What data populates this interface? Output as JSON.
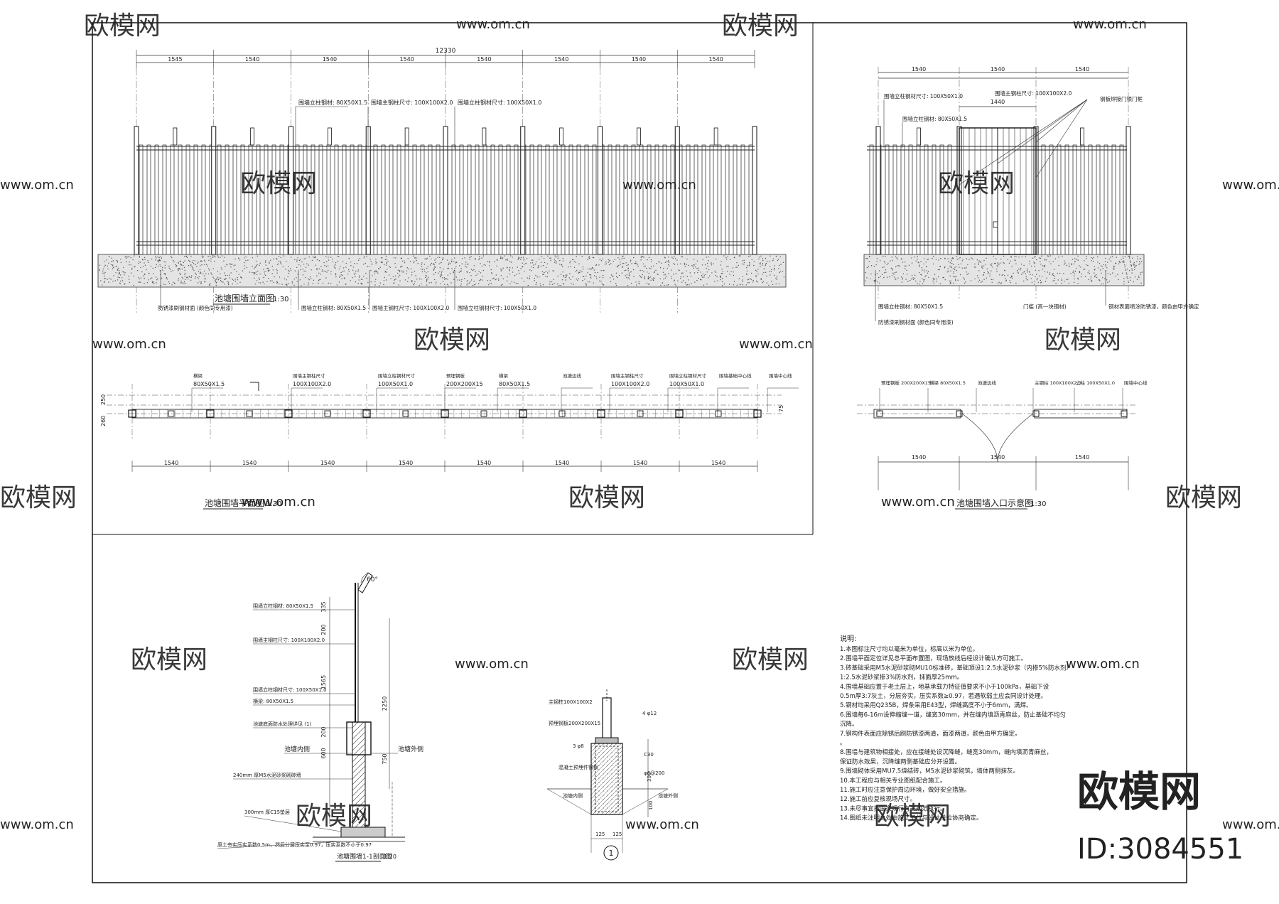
{
  "drawing": {
    "elevation": {
      "title": "池塘围墙立面图",
      "scale": "1:30",
      "overall_dimension": "12330",
      "bay_dimensions": [
        "1545",
        "1540",
        "1540",
        "1540",
        "1540",
        "1540",
        "1540",
        "1540"
      ],
      "label_top_1": "围墙立柱钢材: 80X50X1.5",
      "label_top_2": "围墙主钢柱尺寸: 100X100X2.0",
      "label_top_3": "围墙立柱钢材尺寸: 100X50X1.0",
      "label_bot_1": "防锈漆刷钢材面 (颜色同专用漆)",
      "label_bot_2": "围墙立柱钢材: 80X50X1.5",
      "label_bot_3": "围墙主钢柱尺寸: 100X100X2.0",
      "label_bot_4": "围墙立柱钢材尺寸: 100X50X1.0"
    },
    "plan": {
      "title": "池塘围墙平面图",
      "scale": "1:30",
      "bay_dimensions": [
        "1540",
        "1540",
        "1540",
        "1540",
        "1540",
        "1540",
        "1540",
        "1540"
      ],
      "callouts": [
        {
          "name": "横梁",
          "size": "80X50X1.5"
        },
        {
          "name": "围墙主钢柱尺寸",
          "size": "100X100X2.0"
        },
        {
          "name": "围墙立柱钢材尺寸",
          "size": "100X50X1.0"
        },
        {
          "name": "预埋钢板",
          "size": "200X200X15"
        },
        {
          "name": "横梁",
          "size": "80X50X1.5"
        },
        {
          "name": "池塘边线",
          "size": ""
        },
        {
          "name": "围墙主钢柱尺寸",
          "size": "100X100X2.0"
        },
        {
          "name": "围墙立柱钢材尺寸",
          "size": "100X50X1.0"
        },
        {
          "name": "围墙基础中心线",
          "size": ""
        },
        {
          "name": "围墙中心线",
          "size": ""
        }
      ],
      "side_dims": [
        "250",
        "260",
        "75"
      ]
    },
    "entrance": {
      "title": "池塘围墙入口示意图",
      "scale": "1:30",
      "top_dims": [
        "1540",
        "1540",
        "1540"
      ],
      "gate_dim": "1440",
      "bottom_dims": [
        "1540",
        "1540",
        "1540"
      ],
      "label_1": "围墙立柱钢材尺寸: 100X50X1.0",
      "label_2": "围墙主钢柱尺寸: 100X100X2.0",
      "label_3": "钢板焊接门锁门框",
      "label_4": "围墙立柱钢材: 80X50X1.5",
      "label_5": "门槛 (高一块钢材)",
      "label_6": "围墙立柱钢材: 80X50X1.5",
      "label_7": "防锈漆刷钢材面 (颜色同专用漆)",
      "label_8": "钢材表面喷涂防锈漆，颜色由甲方确定",
      "plan_callouts": [
        "预埋钢板 200X200X15",
        "横梁 80X50X1.5",
        "池塘边线",
        "主钢柱 100X100X2.0",
        "立柱 100X50X1.0",
        "围墙中心线"
      ]
    },
    "section1": {
      "title": "池塘围墙1-1剖面图",
      "scale": "1:20",
      "angle": "60°",
      "dims": [
        "335",
        "200",
        "1565",
        "2250",
        "200",
        "600",
        "750"
      ],
      "labels": [
        "围墙立柱钢材: 80X50X1.5",
        "围墙主钢柱尺寸: 100X100X2.0",
        "围墙立柱钢材尺寸: 100X50X1.0",
        "横梁: 80X50X1.5",
        "池塘底面防水处理详见 (1)",
        "池塘内侧",
        "池塘外侧",
        "240mm 厚M5水泥砂浆砌砖墙",
        "300mm 厚C15垫层",
        "原土夯实压实系数0.5m，然后分层压实至0.97，压实系数不小于0.97"
      ]
    },
    "detail1": {
      "mark": "1",
      "labels": [
        "主钢柱100X100X2",
        "预埋钢板200X200X15",
        "3 φ8",
        "4 φ12",
        "C30",
        "φ6@200",
        "混凝土预埋件钢板",
        "池塘内侧",
        "池塘外侧"
      ],
      "dims": [
        "300",
        "125",
        "125",
        "100"
      ]
    },
    "notes": {
      "title": "说明:",
      "items": [
        "1.本图标注尺寸均以毫米为单位，标高以米为单位。",
        "2.围墙平面定位详见总平面布置图，现场放线后经设计确认方可施工。",
        "3.砖基础采用M5水泥砂浆砌MU10标准砖，基础顶设1:2.5水泥砂浆（内掺5%防水剂）",
        "1:2.5水泥砂浆掺3%防水剂，抹面厚25mm。",
        "4.围墙基础应置于老土层上，地基承载力特征值要求不小于100kPa，基础下设",
        "0.5m厚3:7灰土，分层夯实，压实系数≥0.97，若遇软弱土应会同设计处理。",
        "5.钢材均采用Q235B，焊条采用E43型，焊缝高度不小于6mm，满焊。",
        "6.围墙每6-16m设伸缩缝一道，缝宽30mm，并在缝内填沥青麻丝，防止基础不均匀",
        "沉降。",
        "7.钢构件表面应除锈后刷防锈漆两道，面漆两道，颜色由甲方确定。",
        "。",
        "8.围墙与建筑物相接处，应在接缝处设沉降缝，缝宽30mm，缝内填沥青麻丝，",
        "保证防水效果，沉降缝两侧基础应分开设置。",
        "9.围墙砌体采用MU7.5烧结砖，M5水泥砂浆砌筑，墙体两侧抹灰。",
        "10.本工程应与相关专业图纸配合施工。",
        "11.施工时应注意保护周边环境，做好安全措施。",
        "12.施工前应复核现场尺寸。",
        "13.未尽事宜按国家现行有关规范执行。",
        "14.图纸未注明之处由施工单位与设计单位协商确定。"
      ]
    }
  },
  "watermark": {
    "brand": "欧模网",
    "url": "www.om.cn",
    "id": "ID:3084551"
  }
}
